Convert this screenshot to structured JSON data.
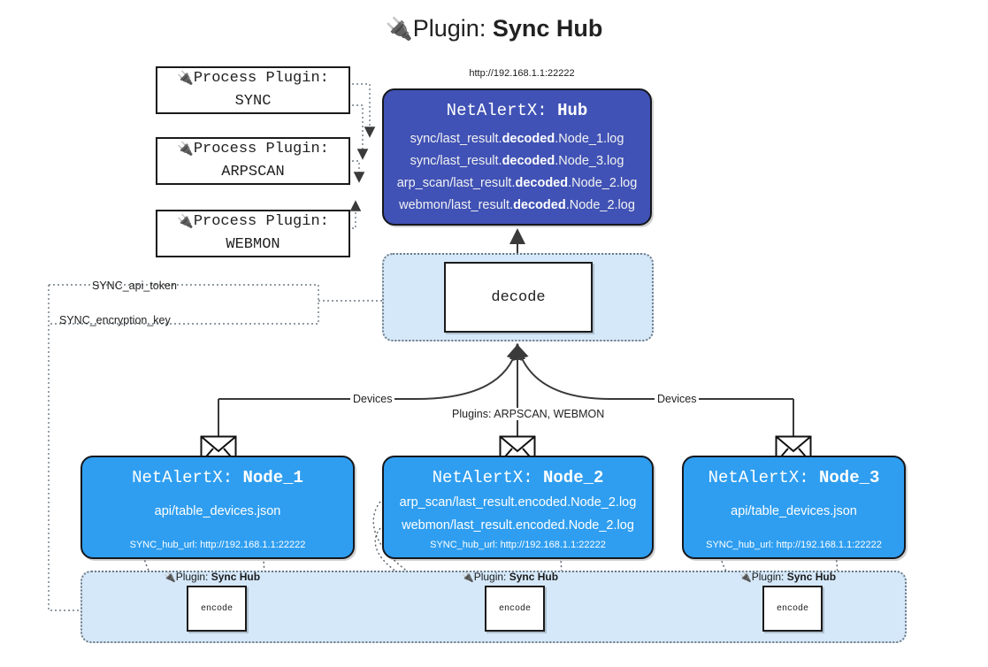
{
  "header": {
    "plug_icon": "plug-icon",
    "prefix": "Plugin: ",
    "name": "Sync Hub",
    "hub_url": "http://192.168.1.1:22222"
  },
  "process_plugins": [
    {
      "line1": "Process Plugin:",
      "line2": "SYNC"
    },
    {
      "line1": "Process Plugin:",
      "line2": "ARPSCAN"
    },
    {
      "line1": "Process Plugin:",
      "line2": "WEBMON"
    }
  ],
  "hub": {
    "title_prefix": "NetAlertX: ",
    "title_name": "Hub",
    "lines": [
      {
        "pre": "sync/last_result.",
        "em": "decoded",
        "post": ".Node_1.log"
      },
      {
        "pre": "sync/last_result.",
        "em": "decoded",
        "post": ".Node_3.log"
      },
      {
        "pre": "arp_scan/last_result.",
        "em": "decoded",
        "post": ".Node_2.log"
      },
      {
        "pre": "webmon/last_result.",
        "em": "decoded",
        "post": ".Node_2.log"
      }
    ]
  },
  "decode": {
    "label": "decode"
  },
  "edge_labels": {
    "api_token": "SYNC_api_token",
    "encryption_key": "SYNC_encryption_key",
    "devices_left": "Devices",
    "devices_right": "Devices",
    "plugins_mid": "Plugins: ARPSCAN, WEBMON"
  },
  "nodes": [
    {
      "title_prefix": "NetAlertX: ",
      "title_name": "Node_1",
      "lines": [
        "api/table_devices.json"
      ],
      "footer": "SYNC_hub_url: http://192.168.1.1:22222"
    },
    {
      "title_prefix": "NetAlertX: ",
      "title_name": "Node_2",
      "lines": [
        "arp_scan/last_result.encoded.Node_2.log",
        "webmon/last_result.encoded.Node_2.log"
      ],
      "footer": "SYNC_hub_url: http://192.168.1.1:22222"
    },
    {
      "title_prefix": "NetAlertX: ",
      "title_name": "Node_3",
      "lines": [
        "api/table_devices.json"
      ],
      "footer": "SYNC_hub_url: http://192.168.1.1:22222"
    }
  ],
  "encode": {
    "label": "encode",
    "plugin_prefix": "Plugin: ",
    "plugin_name": "Sync Hub"
  },
  "colors": {
    "hub_blue": "#4052b5",
    "node_blue": "#2f9ef0",
    "group_light_blue": "#d5e8f9",
    "stroke": "#15171c",
    "dotted_stroke": "#6f7a84",
    "page_bg": "#ffffff"
  }
}
